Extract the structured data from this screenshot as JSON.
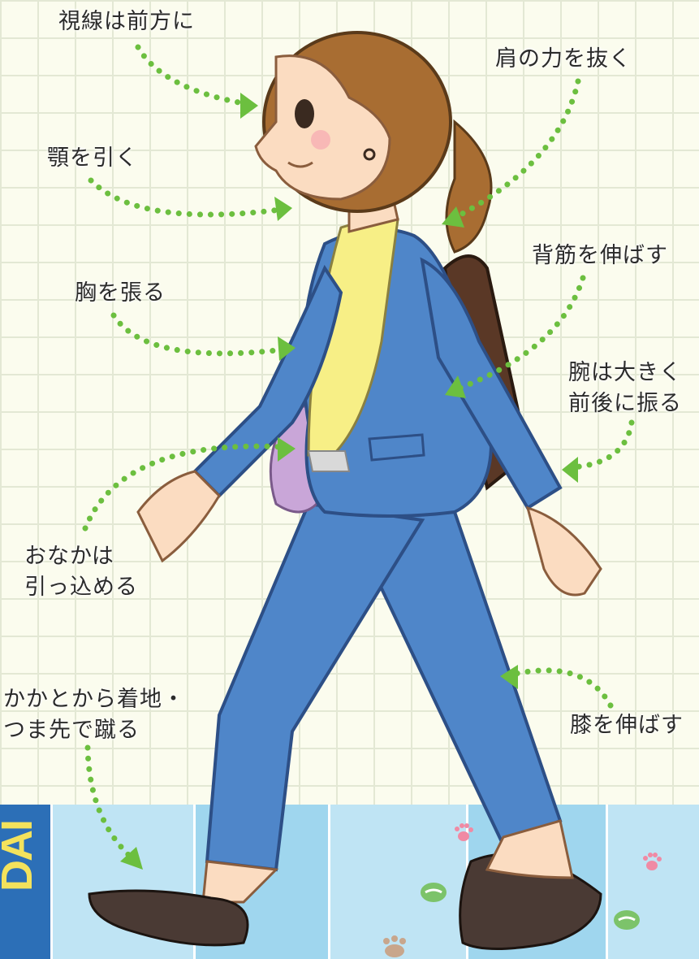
{
  "colors": {
    "grid_background": "#fbfcee",
    "grid_line": "#e3e8d4",
    "arrow": "#6cbf3f",
    "suit": "#4f86c9",
    "suit_outline": "#2d4f86",
    "shirt": "#f7ef86",
    "skin": "#fbdcc1",
    "hair": "#a86d32",
    "bag": "#5a3826",
    "floor": "#bfe4f4",
    "sign": "#2c6fb7",
    "sign_text": "#f3e25c"
  },
  "sign": {
    "text": "DAI"
  },
  "labels": {
    "gaze": "視線は前方に",
    "shoulders": "肩の力を抜く",
    "chin": "顎を引く",
    "back": "背筋を伸ばす",
    "chest": "胸を張る",
    "arms": [
      "腕は大きく",
      "前後に振る"
    ],
    "belly": [
      "おなかは",
      "引っ込める"
    ],
    "heel": [
      "かかとから着地・",
      "つま先で蹴る"
    ],
    "knees": "膝を伸ばす"
  }
}
